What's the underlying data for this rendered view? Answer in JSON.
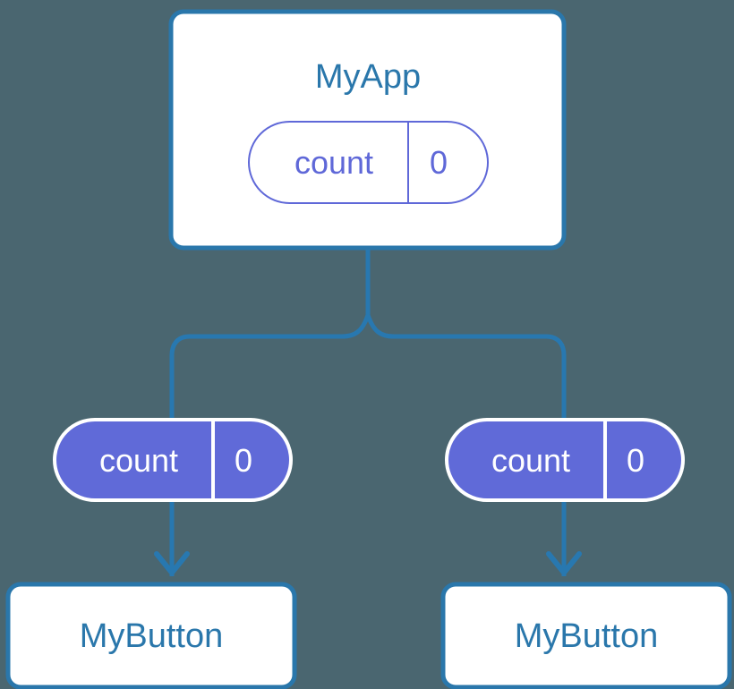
{
  "diagram": {
    "type": "component-tree",
    "background_color": "#4a6670",
    "colors": {
      "line": "#2878b0",
      "node_border": "#2a77ab",
      "node_fill": "#ffffff",
      "node_text": "#2a77ab",
      "state_outline_stroke": "#5f68d8",
      "state_outline_text": "#5f68d8",
      "state_filled_fill": "#606ad8",
      "state_filled_border": "#ffffff",
      "state_filled_text": "#ffffff"
    },
    "nodes": {
      "root": {
        "name": "MyApp",
        "label": "MyApp",
        "style": "white-box",
        "state": {
          "key_label": "count",
          "value_label": "0",
          "style": "outline-pill"
        }
      },
      "children": [
        {
          "name": "MyButton-left",
          "label": "MyButton",
          "style": "white-box",
          "state": {
            "key_label": "count",
            "value_label": "0",
            "style": "filled-pill"
          }
        },
        {
          "name": "MyButton-right",
          "label": "MyButton",
          "style": "white-box",
          "state": {
            "key_label": "count",
            "value_label": "0",
            "style": "filled-pill"
          }
        }
      ]
    },
    "connectors": [
      {
        "name": "root-to-split",
        "from": "MyApp",
        "to": "branch-split",
        "arrowhead": false
      },
      {
        "name": "split-to-left-state",
        "from": "branch-split",
        "to": "MyButton-left-state",
        "arrowhead": false
      },
      {
        "name": "split-to-right-state",
        "from": "branch-split",
        "to": "MyButton-right-state",
        "arrowhead": false
      },
      {
        "name": "left-state-to-left-button",
        "from": "MyButton-left-state",
        "to": "MyButton-left",
        "arrowhead": true
      },
      {
        "name": "right-state-to-right-button",
        "from": "MyButton-right-state",
        "to": "MyButton-right",
        "arrowhead": true
      }
    ]
  }
}
